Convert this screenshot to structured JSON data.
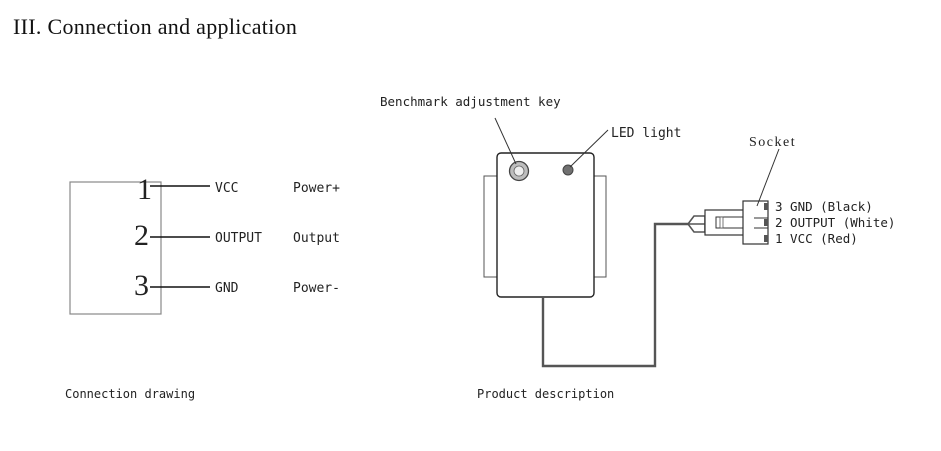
{
  "section_title": "III. Connection and application",
  "connection_drawing": {
    "caption": "Connection drawing",
    "pins": [
      {
        "number": "1",
        "signal": "VCC",
        "description": "Power+"
      },
      {
        "number": "2",
        "signal": "OUTPUT",
        "description": "Output"
      },
      {
        "number": "3",
        "signal": "GND",
        "description": "Power-"
      }
    ]
  },
  "product_description": {
    "caption": "Product description",
    "labels": {
      "adjust_key": "Benchmark adjustment key",
      "led": "LED light",
      "socket": "Socket"
    },
    "socket_pins": [
      "3 GND (Black)",
      "2 OUTPUT (White)",
      "1 VCC (Red)"
    ]
  }
}
